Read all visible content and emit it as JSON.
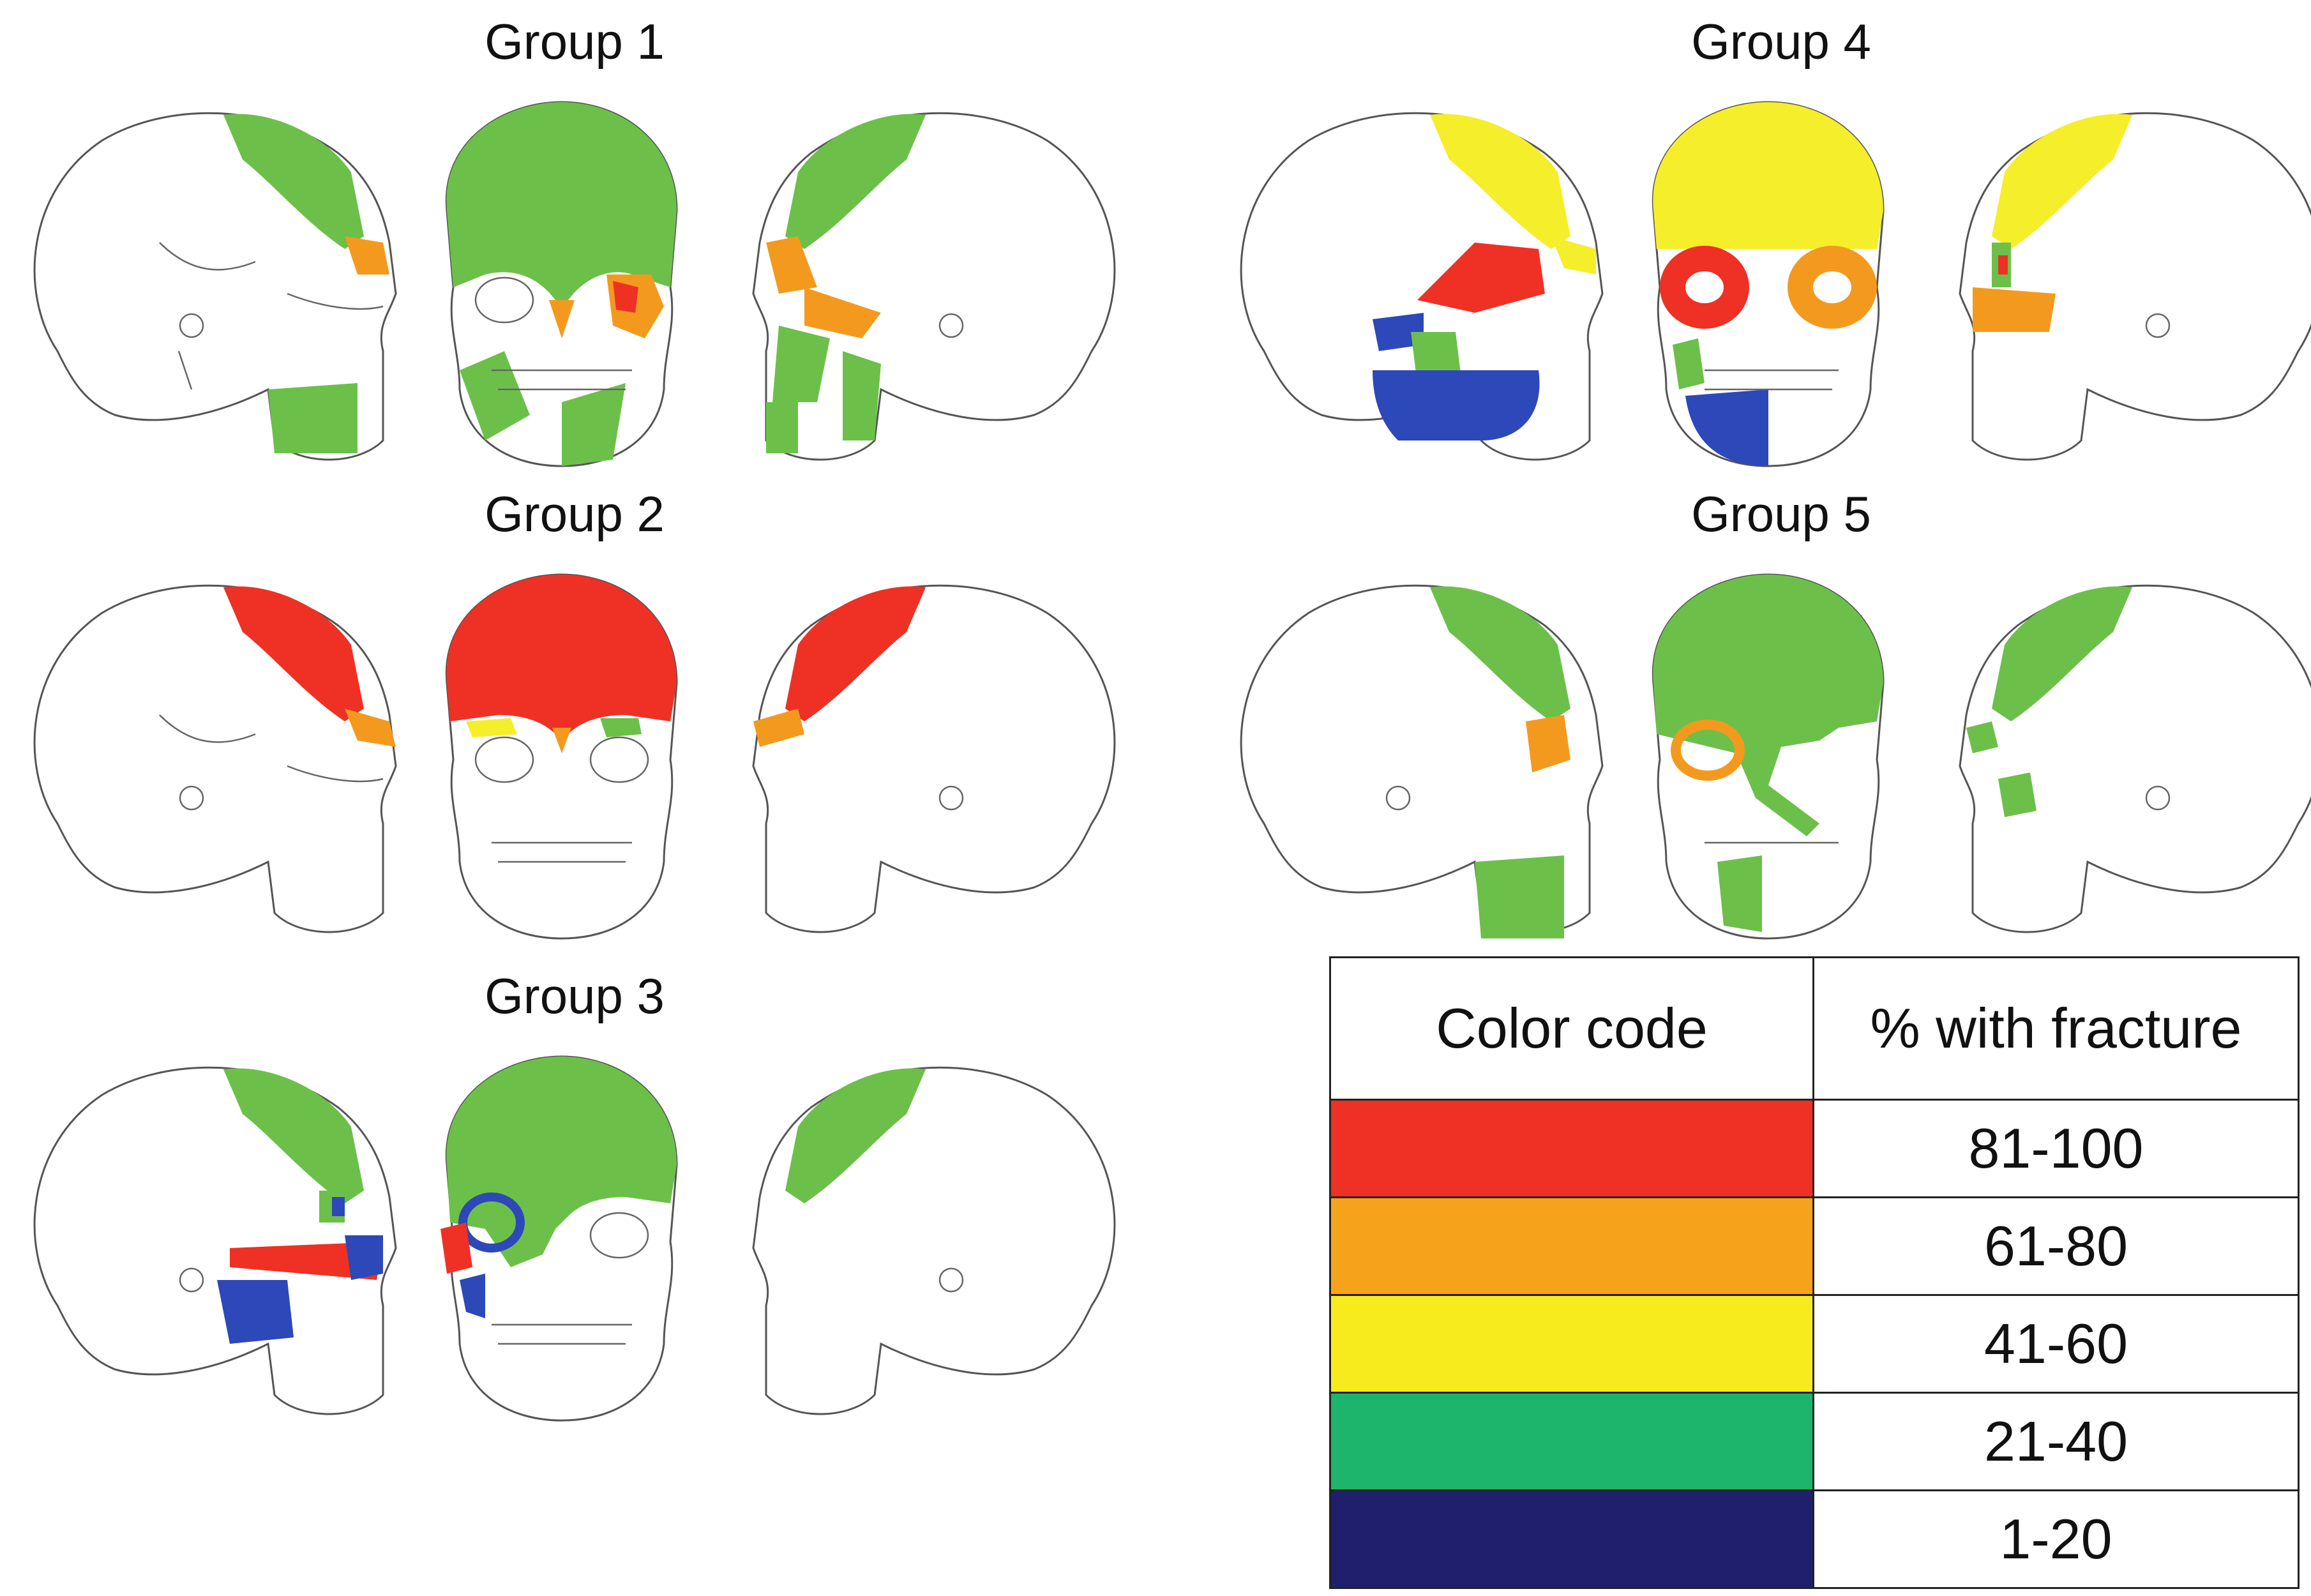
{
  "groups": [
    {
      "title": "Group 1"
    },
    {
      "title": "Group 2"
    },
    {
      "title": "Group 3"
    },
    {
      "title": "Group 4"
    },
    {
      "title": "Group 5"
    }
  ],
  "legend": {
    "header_color": "Color code",
    "header_percent": "% with fracture",
    "rows": [
      {
        "color": "#ee3124",
        "range": "81-100"
      },
      {
        "color": "#f7a21b",
        "range": "61-80"
      },
      {
        "color": "#f7eb1e",
        "range": "41-60"
      },
      {
        "color": "#1db46b",
        "range": "21-40"
      },
      {
        "color": "#1f1f6e",
        "range": "1-20"
      }
    ]
  },
  "colors": {
    "red": "#ee3124",
    "orange": "#f39a1e",
    "yellow": "#f5ee2a",
    "green": "#6cc04a",
    "blue": "#2d48b8"
  }
}
